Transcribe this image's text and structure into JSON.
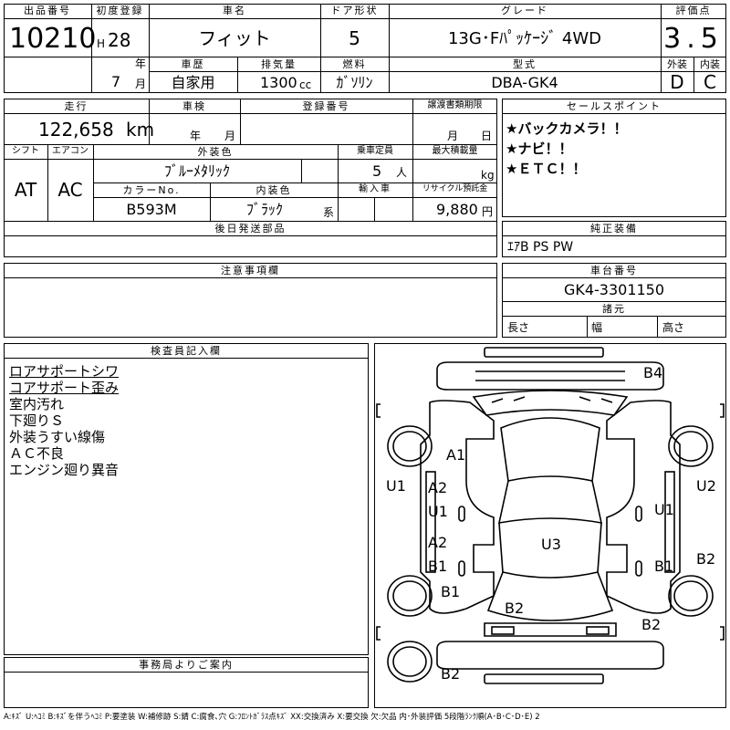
{
  "header": {
    "lot_label": "出品番号",
    "lot_no": "10210",
    "reg_label": "初度登録",
    "era": "H",
    "year": "28",
    "year_unit": "年",
    "month": "7",
    "month_unit": "月",
    "name_label": "車名",
    "name": "フィット",
    "door_label": "ドア形状",
    "door": "5",
    "grade_label": "グレード",
    "grade": "13G･Fﾊﾟｯｹｰｼﾞ 4WD",
    "score_label": "評価点",
    "score": "3.5",
    "history_label": "車歴",
    "history": "自家用",
    "displacement_label": "排気量",
    "displacement": "1300",
    "displacement_unit": "cc",
    "fuel_label": "燃料",
    "fuel": "ｶﾞｿﾘﾝ",
    "model_label": "型式",
    "model": "DBA-GK4",
    "ext_label": "外装",
    "ext_grade": "D",
    "int_label": "内装",
    "int_grade": "C"
  },
  "details": {
    "mileage_label": "走行",
    "mileage": "122,658",
    "mileage_unit": "km",
    "inspection_label": "車検",
    "insp_year_unit": "年",
    "insp_month_unit": "月",
    "reg_no_label": "登録番号",
    "transfer_label": "譲渡書類期限",
    "transfer_month_unit": "月",
    "transfer_day_unit": "日",
    "shift_label": "シフト",
    "shift": "AT",
    "ac_label": "エアコン",
    "ac": "AC",
    "color_label": "外装色",
    "color": "ﾌﾞﾙｰﾒﾀﾘｯｸ",
    "capacity_label": "乗車定員",
    "capacity": "5",
    "capacity_unit": "人",
    "load_label": "最大積載量",
    "load_unit": "kg",
    "color_no_label": "カラーNo.",
    "color_no": "B593M",
    "interior_color_label": "内装色",
    "interior_color": "ﾌﾞﾗｯｸ",
    "interior_color_unit": "系",
    "import_label": "輸入車",
    "recycle_label": "リサイクル預託金",
    "recycle": "9,880",
    "recycle_unit": "円",
    "later_parts_label": "後日発送部品"
  },
  "sales": {
    "label": "セールスポイント",
    "points": [
      "★バックカメラ！！",
      "★ナビ！！",
      "★ＥＴＣ！！"
    ]
  },
  "equipment": {
    "label": "純正装備",
    "value": "ｴｱB PS PW"
  },
  "notes": {
    "label": "注意事項欄"
  },
  "chassis": {
    "label": "車台番号",
    "value": "GK4-3301150",
    "dims_label": "諸元",
    "length_label": "長さ",
    "width_label": "幅",
    "height_label": "高さ"
  },
  "inspector": {
    "label": "検査員記入欄",
    "lines": [
      "ロアサポートシワ",
      "コアサポート歪み",
      "室内汚れ",
      "下廻りＳ",
      "外装うすい線傷",
      "ＡＣ不良",
      "エンジン廻り異音"
    ]
  },
  "office": {
    "label": "事務局よりご案内"
  },
  "diagram": {
    "marks": {
      "b4": "B4",
      "a1": "A1",
      "u1_left": "U1",
      "u2_right": "U2",
      "a2_left": "A2",
      "u1_lf": "U1",
      "u1_rf": "U1",
      "u3": "U3",
      "a2_lr": "A2",
      "b1_lr": "B1",
      "b1_rr": "B1",
      "b2_right": "B2",
      "b1_left": "B1",
      "b2_center": "B2",
      "b2_rear": "B2",
      "b2_bottom": "B2"
    }
  },
  "legend": "A:ｷｽﾞ U:ﾍｺﾐ B:ｷｽﾞを伴うﾍｺﾐ P:要塗装 W:補修跡 S:錆 C:腐食､穴 G:ﾌﾛﾝﾄｶﾞﾗｽ点ｷｽﾞ XX:交換済み X:要交換 欠:欠品 内･外装評価 5段階ﾗﾝｸ順(A･B･C･D･E) 2"
}
